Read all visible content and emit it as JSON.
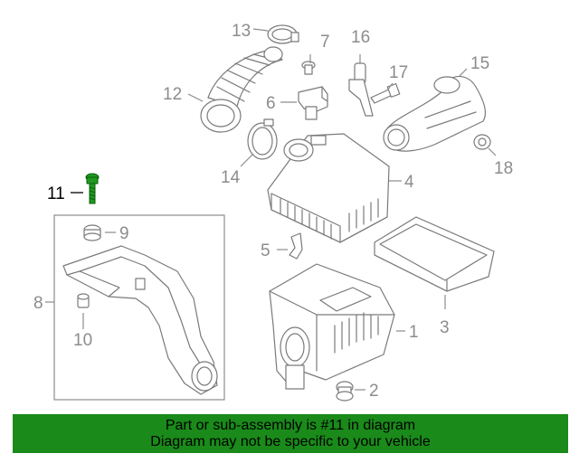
{
  "callouts": [
    {
      "id": "1",
      "label": "1",
      "highlighted": false
    },
    {
      "id": "2",
      "label": "2",
      "highlighted": false
    },
    {
      "id": "3",
      "label": "3",
      "highlighted": false
    },
    {
      "id": "4",
      "label": "4",
      "highlighted": false
    },
    {
      "id": "5",
      "label": "5",
      "highlighted": false
    },
    {
      "id": "6",
      "label": "6",
      "highlighted": false
    },
    {
      "id": "7",
      "label": "7",
      "highlighted": false
    },
    {
      "id": "8",
      "label": "8",
      "highlighted": false
    },
    {
      "id": "9",
      "label": "9",
      "highlighted": false
    },
    {
      "id": "10",
      "label": "10",
      "highlighted": false
    },
    {
      "id": "11",
      "label": "11",
      "highlighted": true
    },
    {
      "id": "12",
      "label": "12",
      "highlighted": false
    },
    {
      "id": "13",
      "label": "13",
      "highlighted": false
    },
    {
      "id": "14",
      "label": "14",
      "highlighted": false
    },
    {
      "id": "15",
      "label": "15",
      "highlighted": false
    },
    {
      "id": "16",
      "label": "16",
      "highlighted": false
    },
    {
      "id": "17",
      "label": "17",
      "highlighted": false
    },
    {
      "id": "18",
      "label": "18",
      "highlighted": false
    }
  ],
  "banner": {
    "line1": "Part or sub-assembly is #11 in diagram",
    "line2": "Diagram may not be specific to your vehicle",
    "background_color": "#1a8a1a"
  },
  "colors": {
    "highlight_part": "#1f9a1f",
    "line_art": "#7a7a7a",
    "label_text": "#8c8c8c"
  }
}
